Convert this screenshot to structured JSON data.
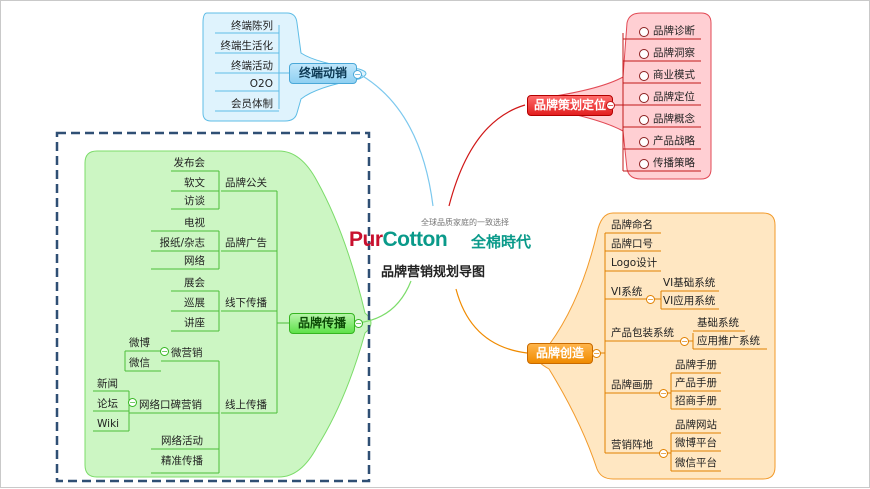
{
  "center": {
    "logo_pur": "Pur",
    "logo_cotton": "Cotton",
    "logo_cn": "全棉時代",
    "tagline": "全球品质家庭的一致选择",
    "title": "品牌营销规划导图"
  },
  "terminal": {
    "hub": "终端动销",
    "items": [
      "终端陈列",
      "终端生活化",
      "终端活动",
      "O2O",
      "会员体制"
    ]
  },
  "strategy": {
    "hub": "品牌策划定位",
    "items": [
      "品牌诊断",
      "品牌洞察",
      "商业模式",
      "品牌定位",
      "品牌概念",
      "产品战略",
      "传播策略"
    ]
  },
  "creation": {
    "hub": "品牌创造",
    "name": "品牌命名",
    "slogan": "品牌口号",
    "logo": "Logo设计",
    "vi": "VI系统",
    "vi_basic": "VI基础系统",
    "vi_app": "VI应用系统",
    "pack": "产品包装系统",
    "pack_basic": "基础系统",
    "pack_app": "应用推广系统",
    "album": "品牌画册",
    "album_items": [
      "品牌手册",
      "产品手册",
      "招商手册"
    ],
    "channel": "营销阵地",
    "channel_items": [
      "品牌网站",
      "微博平台",
      "微信平台"
    ]
  },
  "comm": {
    "hub": "品牌传播",
    "pr": "品牌公关",
    "pr_items": [
      "发布会",
      "软文",
      "访谈"
    ],
    "ad": "品牌广告",
    "ad_items": [
      "电视",
      "报纸/杂志",
      "网络"
    ],
    "offline": "线下传播",
    "offline_items": [
      "展会",
      "巡展",
      "讲座"
    ],
    "online": "线上传播",
    "micro": "微营销",
    "micro_items": [
      "微博",
      "微信"
    ],
    "wom": "网络口碑营销",
    "wom_items": [
      "新闻",
      "论坛",
      "Wiki"
    ],
    "activity": "网络活动",
    "precise": "精准传播"
  }
}
